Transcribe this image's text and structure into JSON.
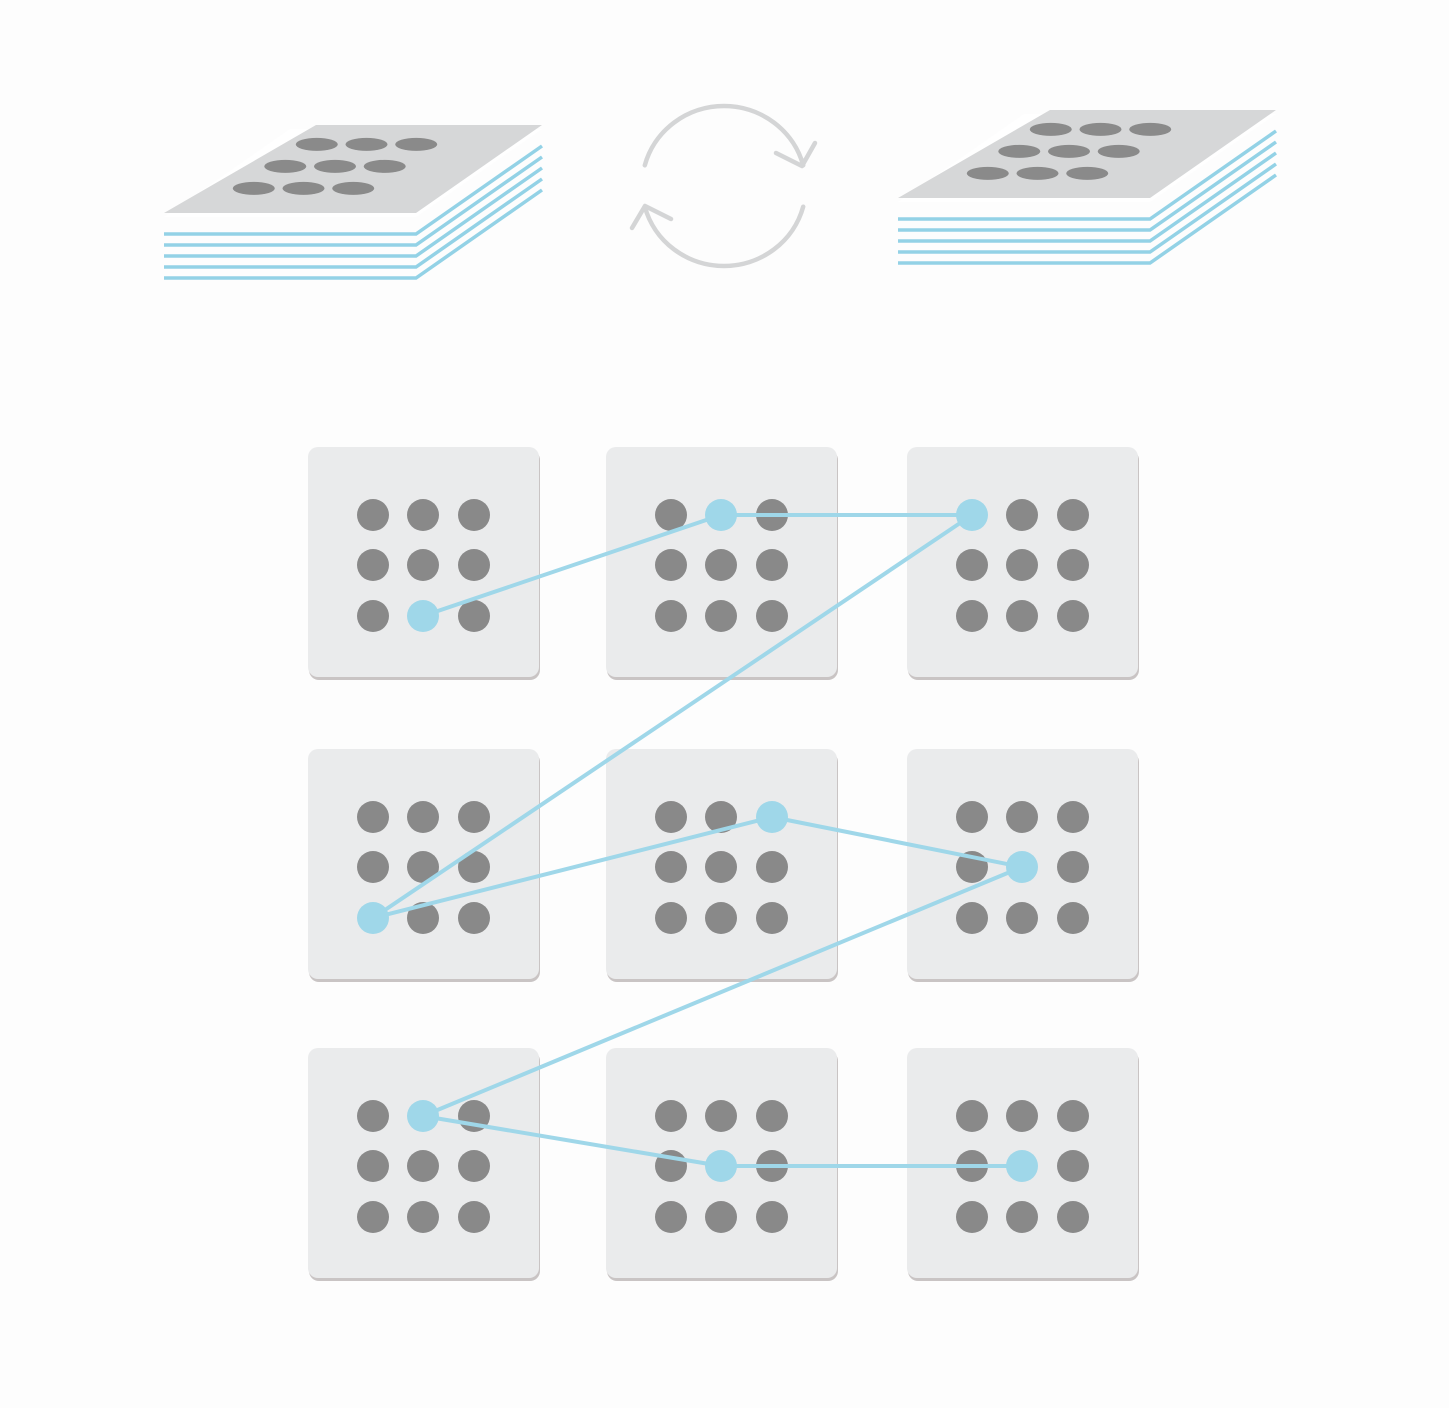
{
  "colors": {
    "background": "#fdfdfd",
    "card": "#eaebec",
    "card_shadow": "#c9c4c4",
    "dot": "#898989",
    "active": "#9fd7e9",
    "line": "#9fd7e9",
    "stack_top": "#d6d7d8",
    "stack_layer": "#93d2e6",
    "stack_dot": "#8a8a8a",
    "cycle_arrow": "#d4d5d6"
  },
  "icons": {
    "left_stack": "layered-grid-stack-icon",
    "right_stack": "layered-grid-stack-icon",
    "cycle": "refresh-cycle-icon"
  },
  "grid": {
    "card_rows": 3,
    "card_cols": 3,
    "dots_per_side": 3
  },
  "pattern": {
    "active_dots": [
      {
        "card_row": 0,
        "card_col": 0,
        "dot_row": 2,
        "dot_col": 1
      },
      {
        "card_row": 0,
        "card_col": 1,
        "dot_row": 0,
        "dot_col": 1
      },
      {
        "card_row": 0,
        "card_col": 2,
        "dot_row": 0,
        "dot_col": 0
      },
      {
        "card_row": 1,
        "card_col": 0,
        "dot_row": 2,
        "dot_col": 0
      },
      {
        "card_row": 1,
        "card_col": 1,
        "dot_row": 0,
        "dot_col": 2
      },
      {
        "card_row": 1,
        "card_col": 2,
        "dot_row": 1,
        "dot_col": 1
      },
      {
        "card_row": 2,
        "card_col": 0,
        "dot_row": 0,
        "dot_col": 1
      },
      {
        "card_row": 2,
        "card_col": 1,
        "dot_row": 1,
        "dot_col": 1
      },
      {
        "card_row": 2,
        "card_col": 2,
        "dot_row": 1,
        "dot_col": 1
      }
    ],
    "path_order": [
      0,
      1,
      2,
      3,
      4,
      5,
      6,
      7,
      8
    ]
  },
  "stack": {
    "layers": 5
  }
}
